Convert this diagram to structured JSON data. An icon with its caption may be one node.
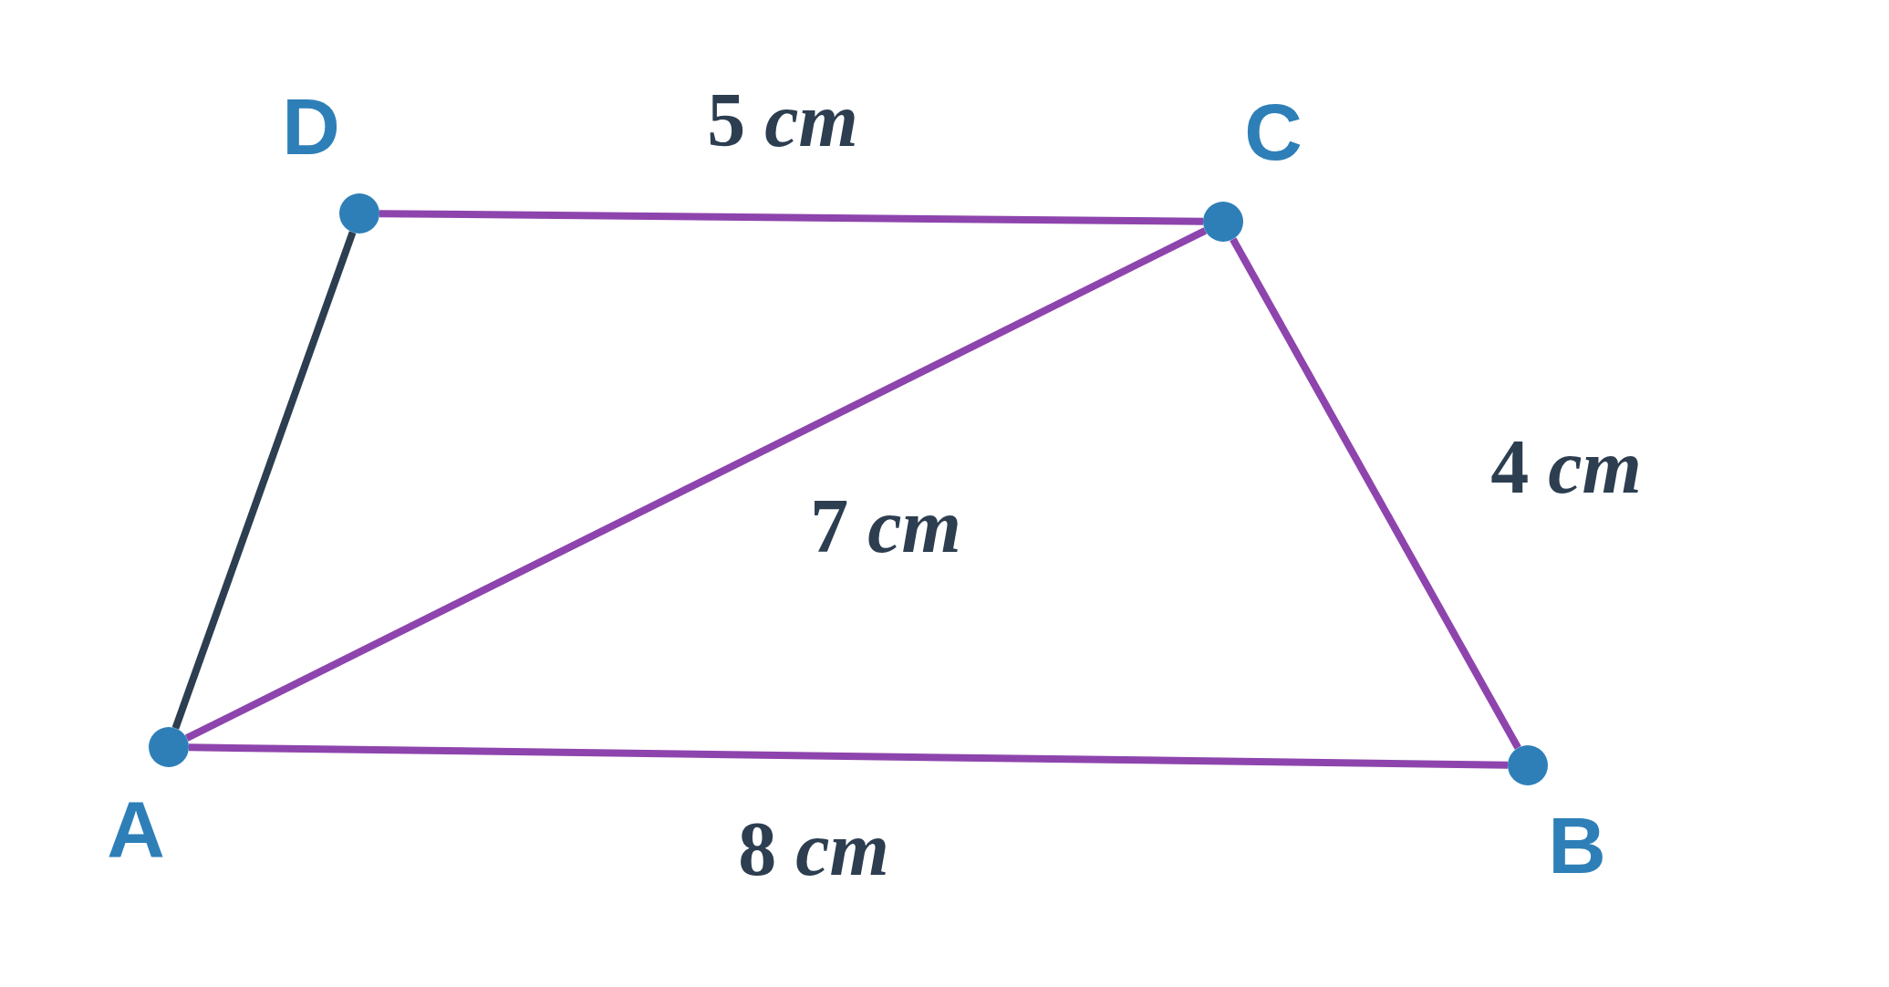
{
  "diagram": {
    "nodes": [
      {
        "text": [],
        "shape": "circle",
        "beside": [
          "D"
        ]
      },
      {
        "text": [],
        "shape": "circle",
        "beside": [
          "C"
        ]
      },
      {
        "text": [],
        "shape": "circle",
        "beside": [
          "A"
        ]
      },
      {
        "text": [],
        "shape": "circle",
        "beside": [
          "B"
        ]
      }
    ],
    "edges": [
      {
        "from": 0,
        "to": 1,
        "arrow": "none",
        "label": "5 *cm*"
      },
      {
        "from": 0,
        "to": 2,
        "arrow": "none",
        "color": "#2c3e50"
      },
      {
        "from": 1,
        "to": 2,
        "arrow": "none",
        "label": "7 *cm*"
      },
      {
        "from": 1,
        "to": 3,
        "arrow": "none",
        "label": "4 *cm*"
      },
      {
        "from": 2,
        "to": 3,
        "arrow": "none",
        "label": "8 *cm*"
      }
    ]
  }
}
